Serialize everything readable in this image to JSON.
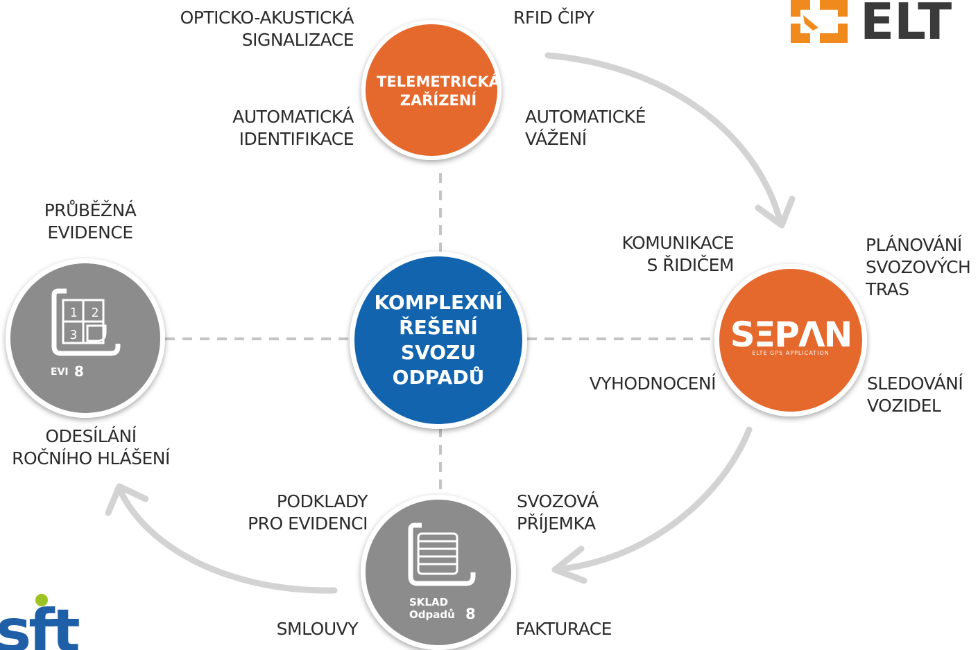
{
  "colors": {
    "orange": "#e5682c",
    "blue": "#1164ad",
    "gray": "#8c8c8c",
    "arrow": "#d3d3d3",
    "dash": "#c4c4c4",
    "logo_orange": "#f08a1c",
    "logo_dark": "#3a3a3a",
    "logo_green": "#9cc321",
    "logo_blue": "#1e5fa8"
  },
  "center": {
    "line1": "KOMPLEXNÍ",
    "line2": "ŘEŠENÍ",
    "line3": "SVOZU",
    "line4": "ODPADŮ"
  },
  "telemetry": {
    "title_line1": "TELEMETRICKÁ",
    "title_line2": "ZAŘÍZENÍ",
    "labels": {
      "optic": [
        "OPTICKO-AKUSTICKÁ",
        "SIGNALIZACE"
      ],
      "rfid": [
        "RFID ČIPY"
      ],
      "identification": [
        "AUTOMATICKÁ",
        "IDENTIFIKACE"
      ],
      "weighing": [
        "AUTOMATICKÉ",
        "VÁŽENÍ"
      ]
    }
  },
  "sepan": {
    "logo_text": "SΞPΛN",
    "subtitle": "ELTE GPS APPLICATION",
    "labels": {
      "communication": [
        "KOMUNIKACE",
        "S ŘIDIČEM"
      ],
      "planning": [
        "PLÁNOVÁNÍ",
        "SVOZOVÝCH",
        "TRAS"
      ],
      "evaluation": [
        "VYHODNOCENÍ"
      ],
      "tracking": [
        "SLEDOVÁNÍ",
        "VOZIDEL"
      ]
    }
  },
  "evi": {
    "icon_cells": [
      "1",
      "2",
      "3"
    ],
    "name": "EVI",
    "version": "8",
    "labels": {
      "evidence": [
        "PRŮBĚŽNÁ",
        "EVIDENCE"
      ],
      "report": [
        "ODESÍLÁNÍ",
        "ROČNÍHO HLÁŠENÍ"
      ]
    }
  },
  "sklad": {
    "name_line1": "SKLAD",
    "name_line2": "Odpadů",
    "version": "8",
    "labels": {
      "documents": [
        "PODKLADY",
        "PRO EVIDENCI"
      ],
      "receipt": [
        "SVOZOVÁ",
        "PŘÍJEMKA"
      ],
      "contracts": [
        "SMLOUVY"
      ],
      "invoicing": [
        "FAKTURACE"
      ]
    }
  },
  "logos": {
    "elte_text": "ELT",
    "soft_text": "sft"
  }
}
